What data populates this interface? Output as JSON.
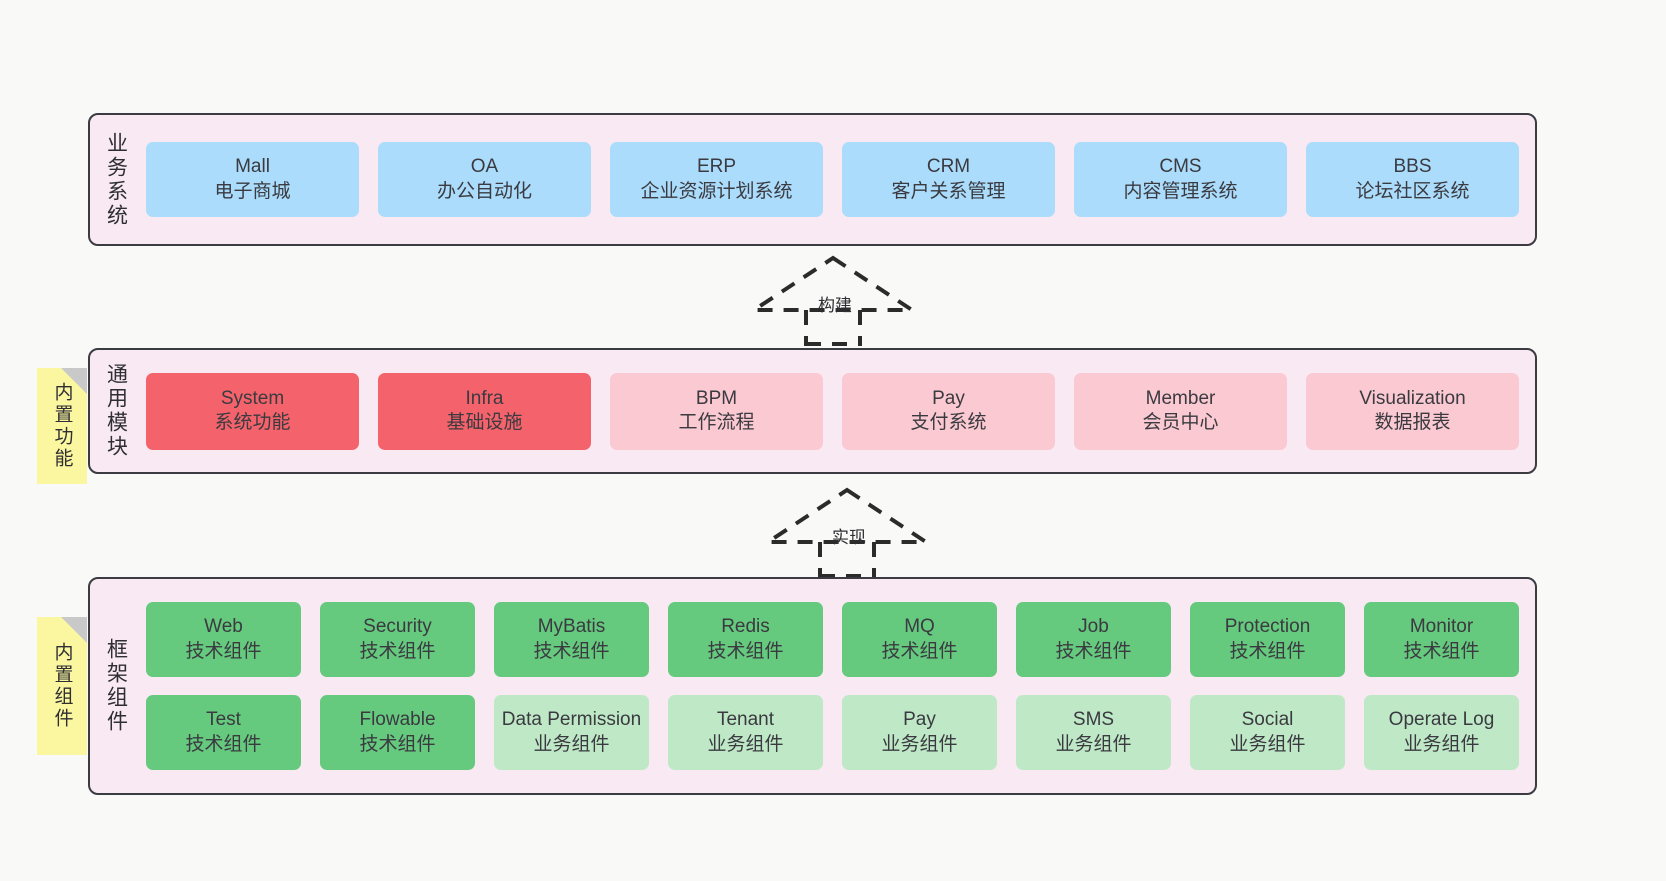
{
  "diagram": {
    "background_color": "#f9f9f8",
    "layer_fill": "#f8e9f3",
    "layer_border": "#3b3b42"
  },
  "layers": [
    {
      "id": "business",
      "title": "业务系统",
      "card_color": "#abdcfb",
      "cards": [
        {
          "name": "Mall",
          "desc": "电子商城"
        },
        {
          "name": "OA",
          "desc": "办公自动化"
        },
        {
          "name": "ERP",
          "desc": "企业资源计划系统"
        },
        {
          "name": "CRM",
          "desc": "客户关系管理"
        },
        {
          "name": "CMS",
          "desc": "内容管理系统"
        },
        {
          "name": "BBS",
          "desc": "论坛社区系统"
        }
      ]
    },
    {
      "id": "common",
      "title": "通用模块",
      "sticky": "内置功能",
      "cards": [
        {
          "name": "System",
          "desc": "系统功能",
          "color": "#f4636b"
        },
        {
          "name": "Infra",
          "desc": "基础设施",
          "color": "#f4636b"
        },
        {
          "name": "BPM",
          "desc": "工作流程",
          "color": "#fbc9d2"
        },
        {
          "name": "Pay",
          "desc": "支付系统",
          "color": "#fbc9d2"
        },
        {
          "name": "Member",
          "desc": "会员中心",
          "color": "#fbc9d2"
        },
        {
          "name": "Visualization",
          "desc": "数据报表",
          "color": "#fbc9d2"
        }
      ]
    },
    {
      "id": "framework",
      "title": "框架组件",
      "sticky": "内置组件",
      "rows": [
        [
          {
            "name": "Web",
            "desc": "技术组件",
            "color": "#65c97e"
          },
          {
            "name": "Security",
            "desc": "技术组件",
            "color": "#65c97e"
          },
          {
            "name": "MyBatis",
            "desc": "技术组件",
            "color": "#65c97e"
          },
          {
            "name": "Redis",
            "desc": "技术组件",
            "color": "#65c97e"
          },
          {
            "name": "MQ",
            "desc": "技术组件",
            "color": "#65c97e"
          },
          {
            "name": "Job",
            "desc": "技术组件",
            "color": "#65c97e"
          },
          {
            "name": "Protection",
            "desc": "技术组件",
            "color": "#65c97e"
          },
          {
            "name": "Monitor",
            "desc": "技术组件",
            "color": "#65c97e"
          }
        ],
        [
          {
            "name": "Test",
            "desc": "技术组件",
            "color": "#65c97e"
          },
          {
            "name": "Flowable",
            "desc": "技术组件",
            "color": "#65c97e"
          },
          {
            "name": "Data Permission",
            "desc": "业务组件",
            "color": "#bfe8c7"
          },
          {
            "name": "Tenant",
            "desc": "业务组件",
            "color": "#bfe8c7"
          },
          {
            "name": "Pay",
            "desc": "业务组件",
            "color": "#bfe8c7"
          },
          {
            "name": "SMS",
            "desc": "业务组件",
            "color": "#bfe8c7"
          },
          {
            "name": "Social",
            "desc": "业务组件",
            "color": "#bfe8c7"
          },
          {
            "name": "Operate Log",
            "desc": "业务组件",
            "color": "#bfe8c7"
          }
        ]
      ]
    }
  ],
  "arrows": [
    {
      "id": "build",
      "label": "构建",
      "style": "dashed-generalization",
      "direction": "up"
    },
    {
      "id": "impl",
      "label": "实现",
      "style": "dashed-generalization",
      "direction": "up"
    }
  ]
}
